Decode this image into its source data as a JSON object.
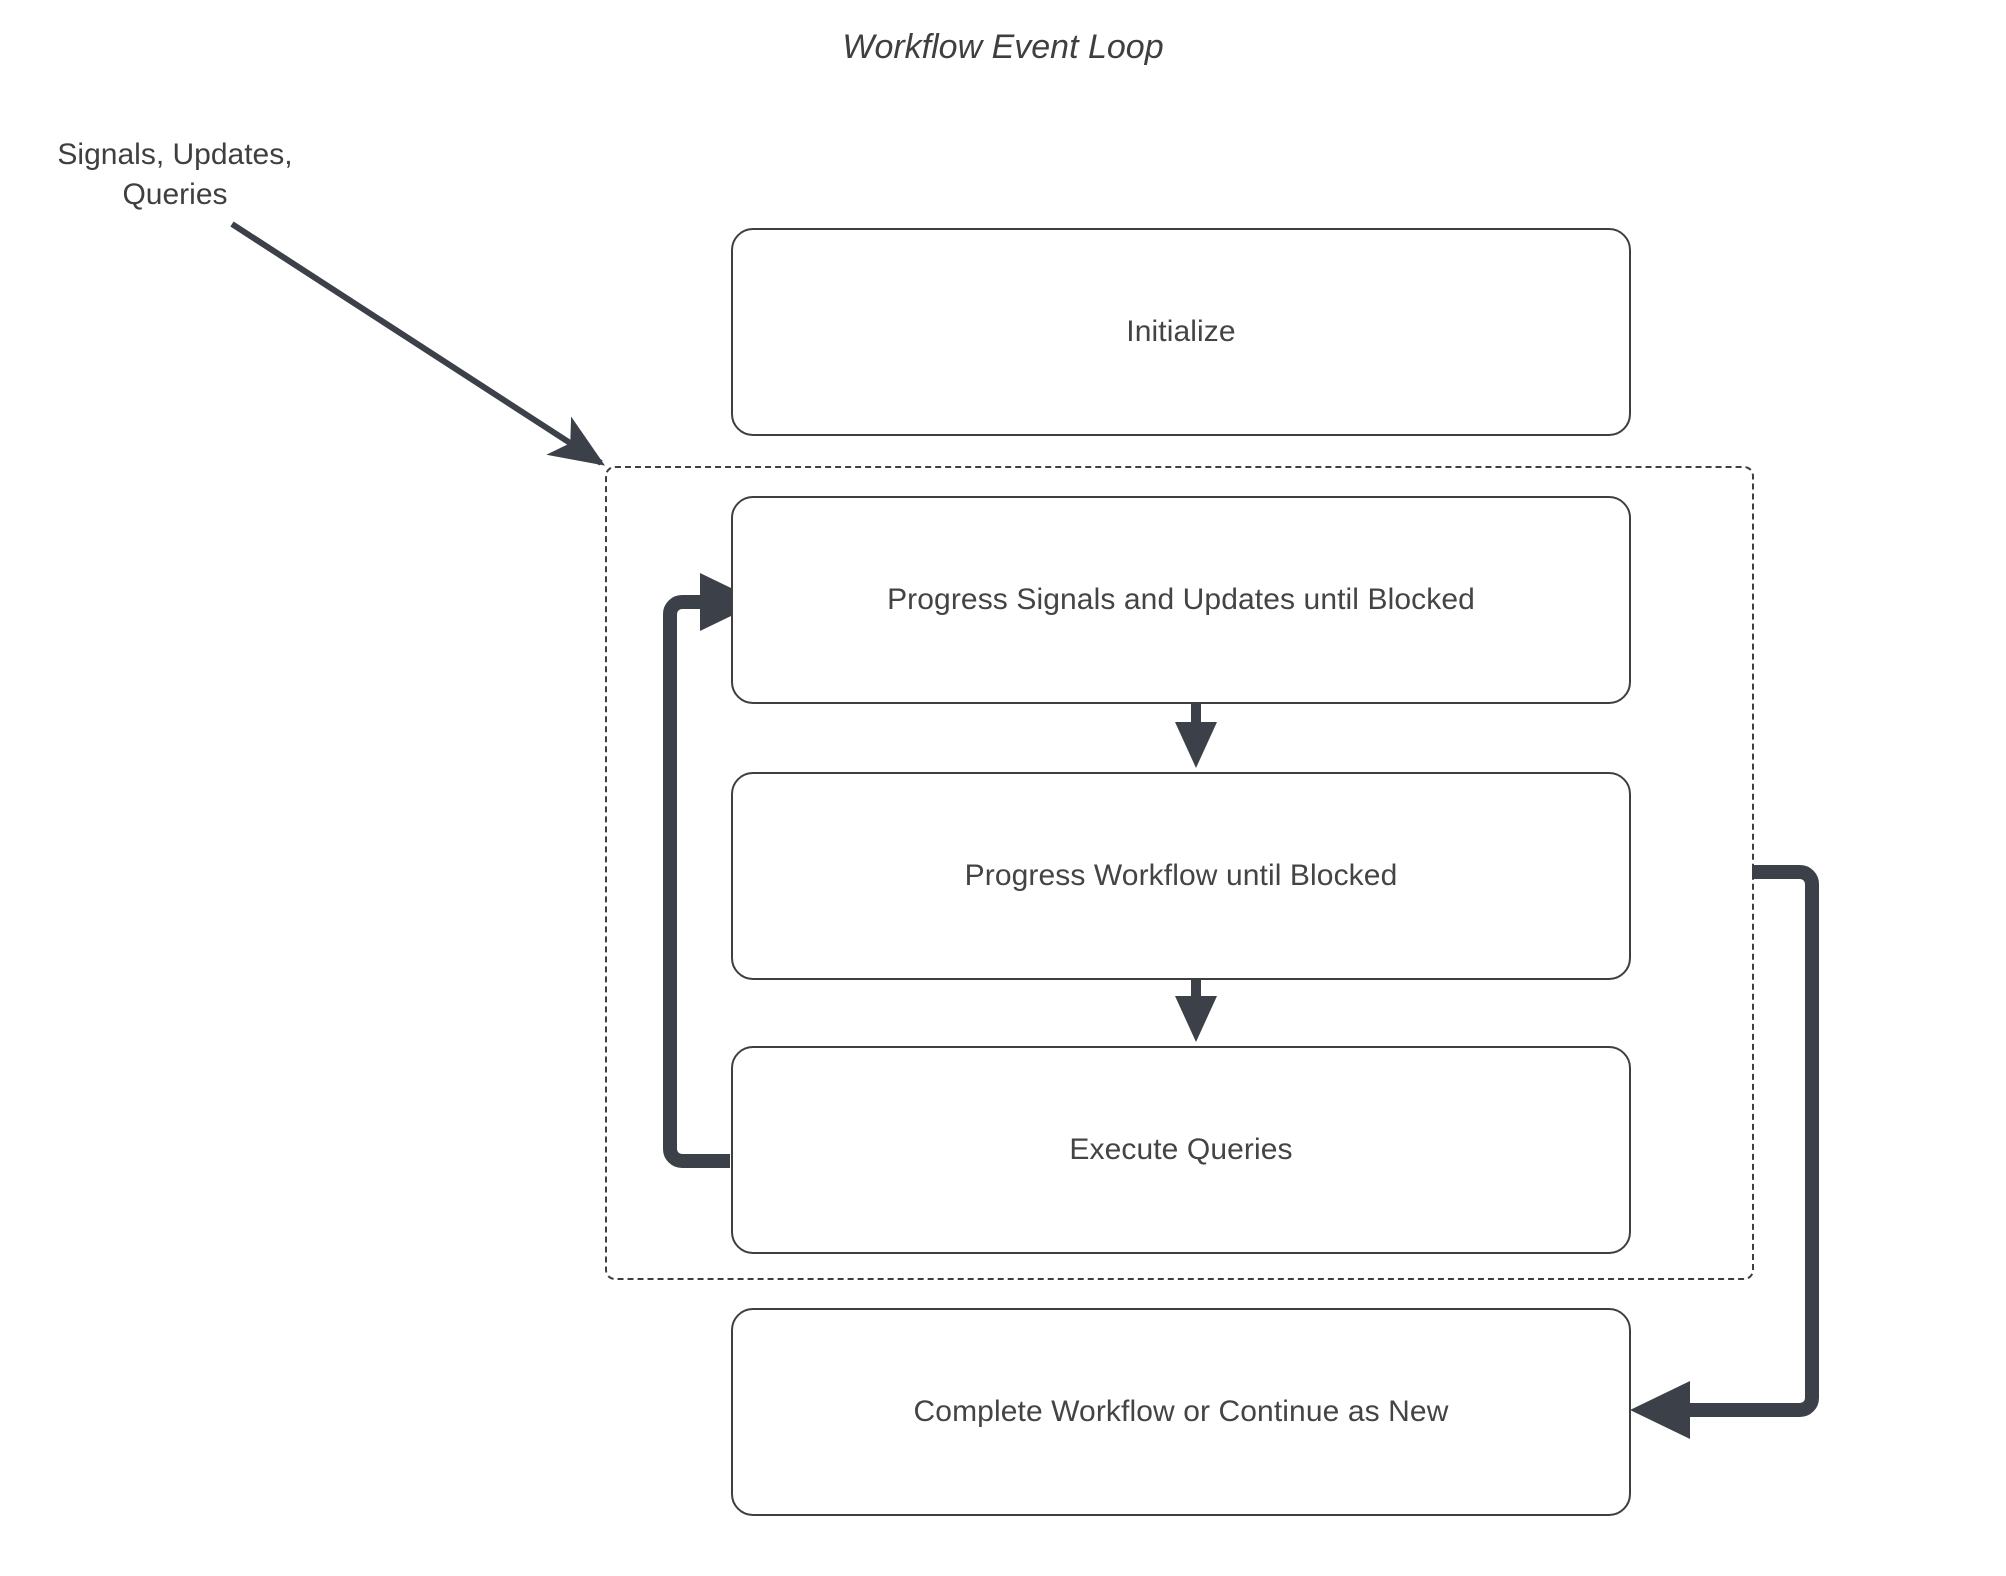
{
  "diagram": {
    "title": "Workflow Event Loop",
    "colors": {
      "line": "#3c4049",
      "box_border": "#3f3f3f",
      "text": "#444444",
      "background": "#ffffff"
    },
    "external_input": {
      "label_line1": "Signals, Updates,",
      "label_line2": "Queries"
    },
    "nodes": [
      {
        "id": "initialize",
        "label": "Initialize"
      },
      {
        "id": "progress-signals-updates",
        "label": "Progress Signals and Updates until Blocked"
      },
      {
        "id": "progress-workflow",
        "label": "Progress Workflow until Blocked"
      },
      {
        "id": "execute-queries",
        "label": "Execute Queries"
      },
      {
        "id": "complete-workflow",
        "label": "Complete Workflow or Continue as New"
      }
    ],
    "group": {
      "id": "event-loop-group",
      "style": "dashed",
      "label": ""
    },
    "edges": [
      {
        "from": "external-input",
        "to": "event-loop-group",
        "style": "thin-diagonal-arrow"
      },
      {
        "from": "progress-signals-updates",
        "to": "progress-workflow",
        "style": "down-arrow"
      },
      {
        "from": "progress-workflow",
        "to": "execute-queries",
        "style": "down-arrow"
      },
      {
        "from": "execute-queries",
        "to": "progress-signals-updates",
        "style": "thick-left-loop-arrow"
      },
      {
        "from": "event-loop-group",
        "to": "complete-workflow",
        "style": "thick-right-loop-arrow"
      }
    ]
  }
}
